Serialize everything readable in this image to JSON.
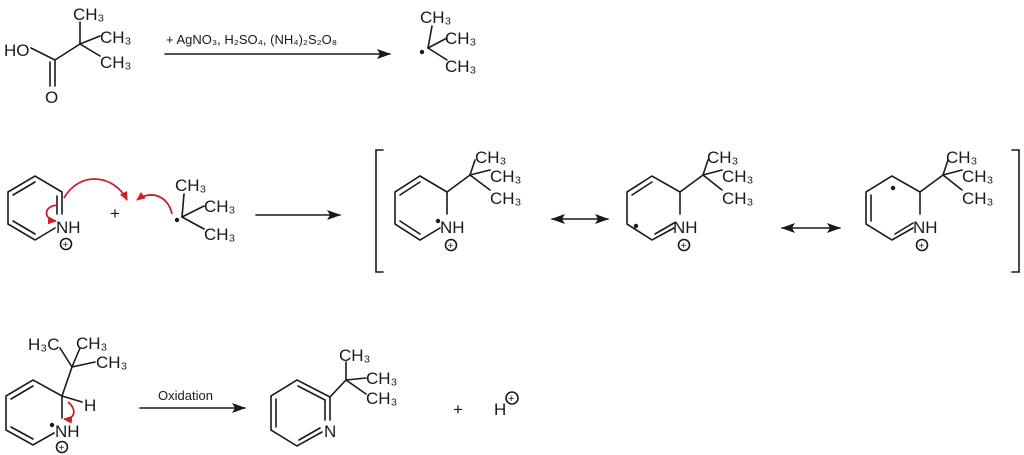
{
  "colors": {
    "ink": "#1a1a1a",
    "arrow_push": "#cc1f2a"
  },
  "step1": {
    "reactant": {
      "ho": "HO",
      "o": "O",
      "me1": "CH₃",
      "me2": "CH₃",
      "me3": "CH₃"
    },
    "reagents": "+ AgNO₃, H₂SO₄, (NH₄)₂S₂O₈",
    "product": {
      "me1": "CH₃",
      "me2": "CH₃",
      "me3": "CH₃"
    }
  },
  "step2": {
    "pyridinium": {
      "nh": "NH",
      "charge": "+"
    },
    "plus": "+",
    "radical": {
      "me1": "CH₃",
      "me2": "CH₃",
      "me3": "CH₃"
    },
    "resonance": [
      {
        "nh": "NH",
        "charge": "+",
        "me1": "CH₃",
        "me2": "CH₃",
        "me3": "CH₃"
      },
      {
        "nh": "NH",
        "charge": "+",
        "me1": "CH₃",
        "me2": "CH₃",
        "me3": "CH₃"
      },
      {
        "nh": "NH",
        "charge": "+",
        "me1": "CH₃",
        "me2": "CH₃",
        "me3": "CH₃"
      }
    ]
  },
  "step3": {
    "intermediate": {
      "h3c": "H₃C",
      "me2": "CH₃",
      "me3": "CH₃",
      "h": "H",
      "nh": "NH",
      "charge": "+"
    },
    "arrow_label": "Oxidation",
    "product": {
      "n": "N",
      "me1": "CH₃",
      "me2": "CH₃",
      "me3": "CH₃"
    },
    "plus": "+",
    "proton": {
      "h": "H",
      "charge": "+"
    }
  }
}
